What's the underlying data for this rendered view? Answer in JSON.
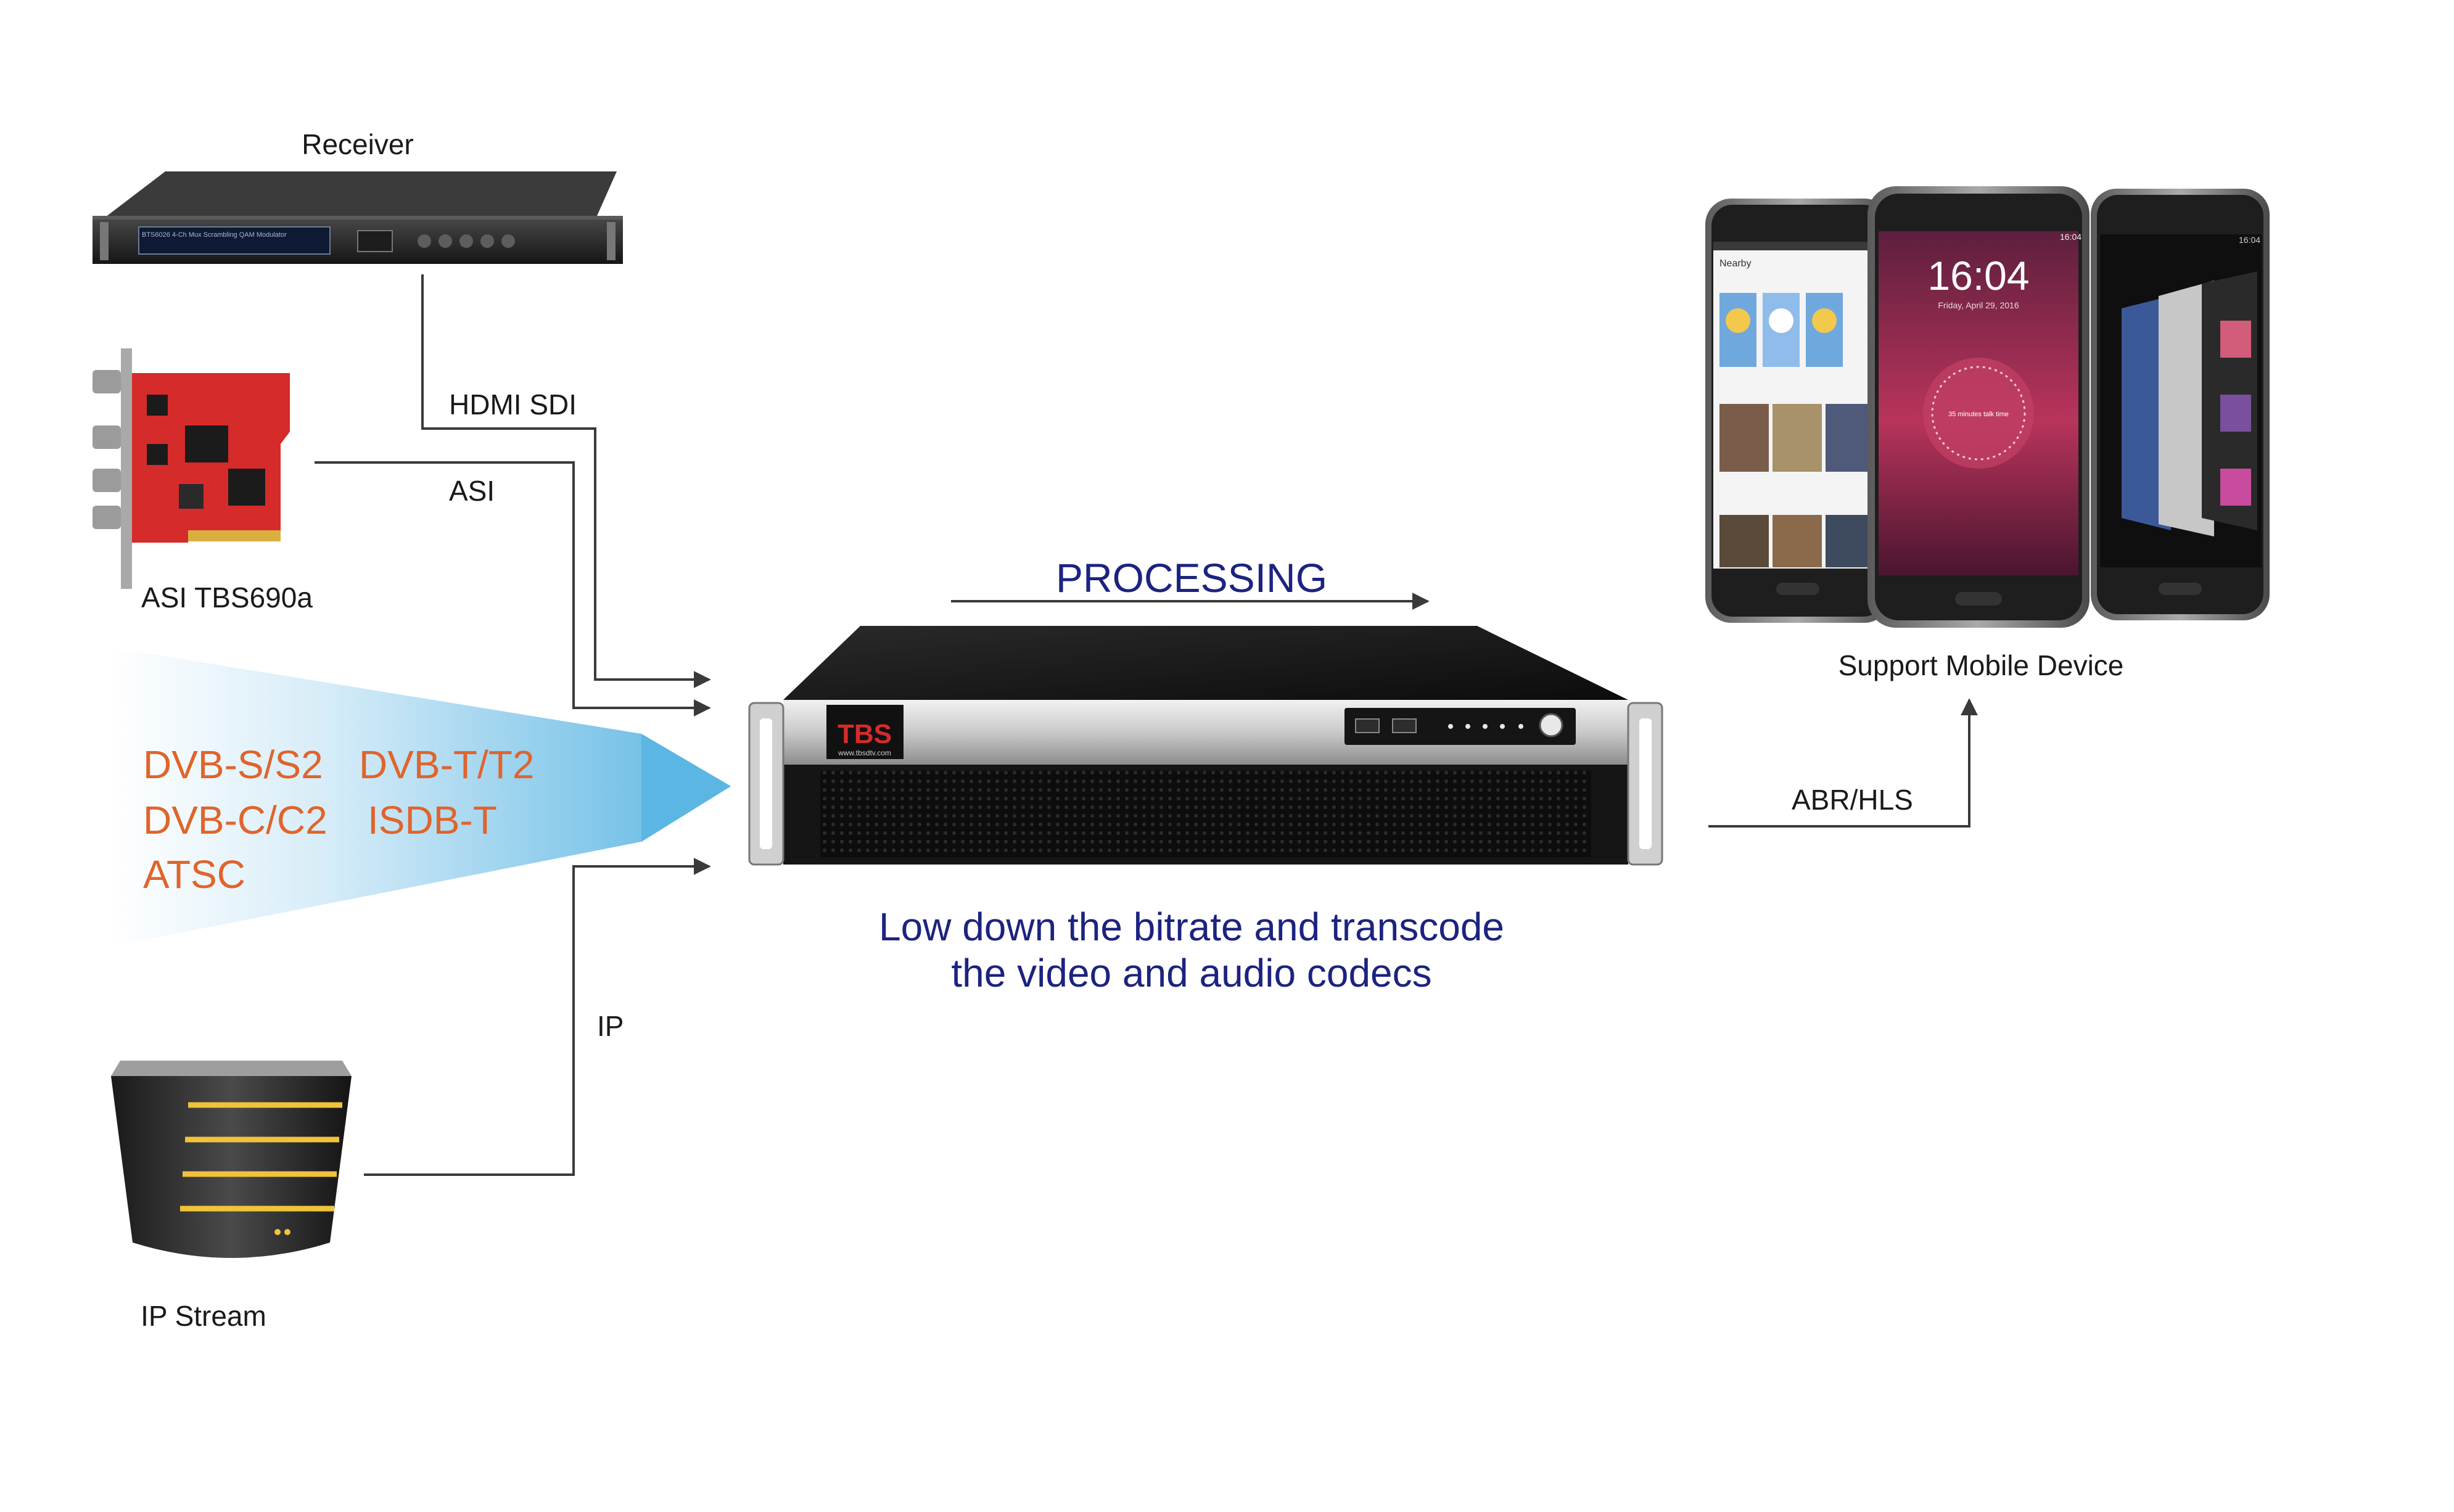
{
  "inputs": {
    "receiver": {
      "label": "Receiver",
      "panel_text": "BTS6026 4-Ch Mux Scrambling QAM Modulator"
    },
    "asi_card": {
      "label": "ASI TBS690a"
    },
    "broadcast_standards": [
      "DVB-S/S2",
      "DVB-T/T2",
      "DVB-C/C2",
      "ISDB-T",
      "ATSC"
    ],
    "ip_stream": {
      "label": "IP Stream"
    }
  },
  "connections": {
    "hdmi_sdi": "HDMI SDI",
    "asi": "ASI",
    "ip": "IP",
    "abr_hls": "ABR/HLS"
  },
  "processing": {
    "title": "PROCESSING",
    "description_line1": "Low down the bitrate and transcode",
    "description_line2": "the video and audio codecs"
  },
  "server": {
    "logo_text": "TBS",
    "logo_url": "www.tbsdtv.com"
  },
  "output": {
    "label": "Support Mobile Device",
    "phone_left_header": "Nearby",
    "phone_center_time": "16:04",
    "phone_center_date": "Friday, April 29, 2016",
    "phone_center_ring": "35 minutes talk time",
    "status_time": "16:04"
  },
  "colors": {
    "standards_text": "#e0642b",
    "processing_text": "#1c237f",
    "wedge": "#69bde4",
    "receiver_body": "#2a2a2a",
    "asi_board": "#d52b2b"
  }
}
